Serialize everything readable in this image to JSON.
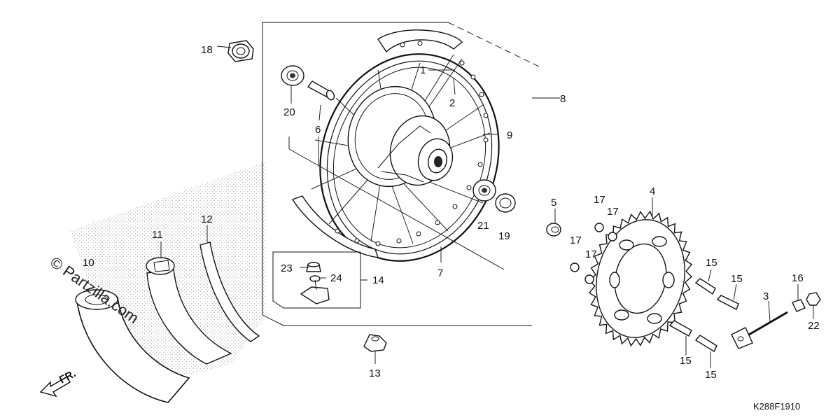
{
  "callouts": [
    {
      "id": "c1",
      "text": "1"
    },
    {
      "id": "c2",
      "text": "2"
    },
    {
      "id": "c3",
      "text": "3"
    },
    {
      "id": "c4",
      "text": "4"
    },
    {
      "id": "c5",
      "text": "5"
    },
    {
      "id": "c6",
      "text": "6"
    },
    {
      "id": "c7",
      "text": "7"
    },
    {
      "id": "c8",
      "text": "8"
    },
    {
      "id": "c9",
      "text": "9"
    },
    {
      "id": "c10",
      "text": "10"
    },
    {
      "id": "c11",
      "text": "11"
    },
    {
      "id": "c12",
      "text": "12"
    },
    {
      "id": "c13",
      "text": "13"
    },
    {
      "id": "c14",
      "text": "14"
    },
    {
      "id": "c15a",
      "text": "15"
    },
    {
      "id": "c15b",
      "text": "15"
    },
    {
      "id": "c15c",
      "text": "15"
    },
    {
      "id": "c15d",
      "text": "15"
    },
    {
      "id": "c16",
      "text": "16"
    },
    {
      "id": "c17a",
      "text": "17"
    },
    {
      "id": "c17b",
      "text": "17"
    },
    {
      "id": "c17c",
      "text": "17"
    },
    {
      "id": "c17d",
      "text": "17"
    },
    {
      "id": "c18",
      "text": "18"
    },
    {
      "id": "c19",
      "text": "19"
    },
    {
      "id": "c20",
      "text": "20"
    },
    {
      "id": "c21",
      "text": "21"
    },
    {
      "id": "c22",
      "text": "22"
    },
    {
      "id": "c23",
      "text": "23"
    },
    {
      "id": "c24",
      "text": "24"
    }
  ],
  "front_arrow_label": "FR.",
  "watermark": "© Partzilla.com",
  "diagram_code": "K288F1910"
}
